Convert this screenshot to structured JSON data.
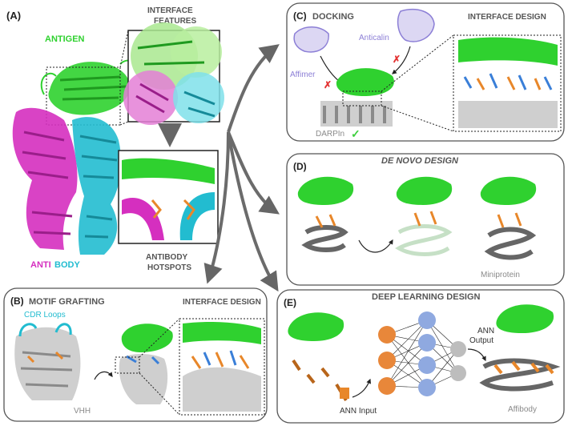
{
  "panels": {
    "a": {
      "letter": "(A)",
      "antigen": "ANTIGEN",
      "interface_features": [
        "INTERFACE",
        "FEATURES"
      ],
      "anti": "ANTI",
      "body": "BODY",
      "antibody_hotspots": [
        "ANTIBODY",
        "HOTSPOTS"
      ]
    },
    "b": {
      "letter": "(B)",
      "title": "MOTIF GRAFTING",
      "cdr_loops": "CDR Loops",
      "vhh": "VHH",
      "design": "INTERFACE DESIGN"
    },
    "c": {
      "letter": "(C)",
      "title": "DOCKING",
      "design": "INTERFACE DESIGN",
      "affimer": "Affimer",
      "anticalin": "Anticalin",
      "darpin": "DARPIn"
    },
    "d": {
      "letter": "(D)",
      "title": "DE NOVO DESIGN",
      "miniprotein": "Miniprotein"
    },
    "e": {
      "letter": "(E)",
      "title": "DEEP LEARNING DESIGN",
      "ann_input": "ANN Input",
      "ann_output": [
        "ANN",
        "Output"
      ],
      "affibody": "Affibody"
    }
  },
  "colors": {
    "antigen": "#2fd12f",
    "antigen_dark": "#1f9a1f",
    "heavy": "#d52fbf",
    "light": "#22bcd0",
    "hotspot": "#e8872a",
    "scaffold": "#8a8a8a",
    "scaffold_light": "#cfcfcf",
    "affimer": "#8c7fd6",
    "design_blue": "#3a7fd8",
    "panel_border": "#555555",
    "panel_fill": "#ffffff",
    "label": "#555555",
    "node_orange": "#e8873a",
    "node_blue": "#8fa9e0",
    "node_gray": "#bdbdbd",
    "check": "#3ecf3e",
    "cross": "#e33333"
  },
  "icons": [
    "check-icon",
    "cross-icon",
    "arrow-icon"
  ]
}
